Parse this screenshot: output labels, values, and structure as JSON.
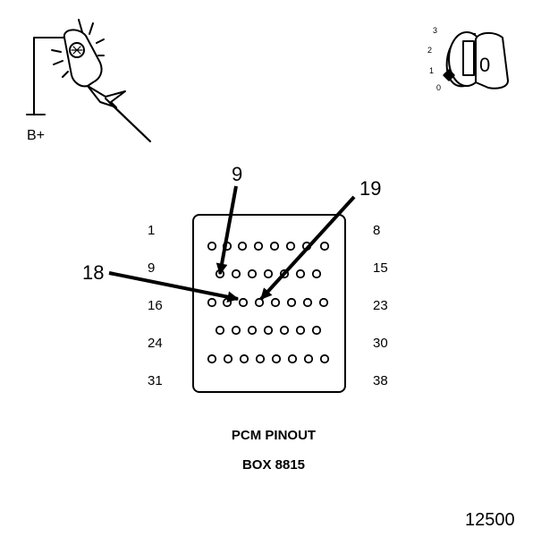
{
  "probe": {
    "label": "B+"
  },
  "ignition": {
    "positions": [
      "0",
      "1",
      "2",
      "3"
    ],
    "key_label": "0"
  },
  "connector": {
    "row_labels_left": [
      "1",
      "9",
      "16",
      "24",
      "31"
    ],
    "row_labels_right": [
      "8",
      "15",
      "23",
      "30",
      "38"
    ]
  },
  "callouts": [
    "9",
    "18",
    "19"
  ],
  "caption": {
    "line1": "PCM PINOUT",
    "line2": "BOX 8815"
  },
  "figure_number": "12500"
}
